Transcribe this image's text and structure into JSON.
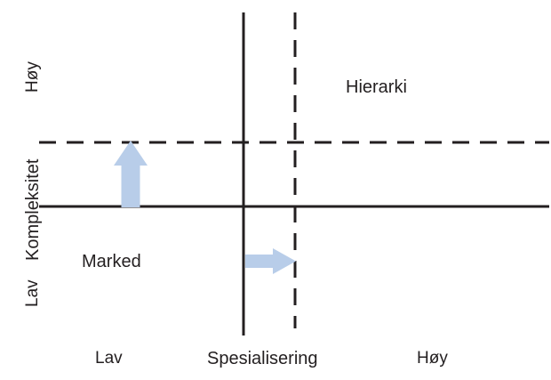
{
  "diagram": {
    "title_present": false,
    "type": "two-by-two-matrix",
    "background_color": "#ffffff",
    "line_color": "#231f20",
    "arrow_color": "#b8cde9",
    "arrow_stroke_color": "#b8cde9",
    "text_color": "#231f20"
  },
  "y_axis": {
    "title": "Kompleksitet",
    "high_label": "Høy",
    "low_label": "Lav"
  },
  "x_axis": {
    "title": "Spesialisering",
    "low_label": "Lav",
    "high_label": "Høy"
  },
  "quadrants": [
    {
      "name": "market",
      "label": "Marked"
    },
    {
      "name": "hierarchy",
      "label": "Hierarki"
    }
  ],
  "arrows": [
    {
      "name": "complexity-increase-arrow",
      "direction": "up"
    },
    {
      "name": "specialization-increase-arrow",
      "direction": "right"
    }
  ],
  "lines": [
    {
      "name": "horizontal-solid-axis",
      "style": "solid",
      "orientation": "horizontal"
    },
    {
      "name": "horizontal-dashed-threshold",
      "style": "dashed",
      "orientation": "horizontal"
    },
    {
      "name": "vertical-solid-axis",
      "style": "solid",
      "orientation": "vertical"
    },
    {
      "name": "vertical-dashed-threshold",
      "style": "dashed",
      "orientation": "vertical"
    }
  ]
}
